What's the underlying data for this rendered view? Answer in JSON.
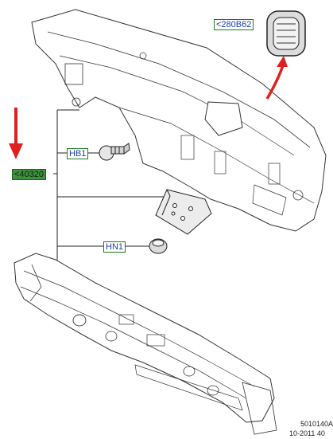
{
  "callouts": {
    "top_right": "<280B62",
    "bolt": "HB1",
    "main": "<40320",
    "clip": "HN1"
  },
  "footer": {
    "line1": "5010140A",
    "line2": "10-2011 40"
  },
  "colors": {
    "arrow": "#e02020",
    "label_border": "#1c7a1c",
    "label_text": "#1a3fa8",
    "label_fill": "#3f8f3f",
    "line": "#222222"
  }
}
